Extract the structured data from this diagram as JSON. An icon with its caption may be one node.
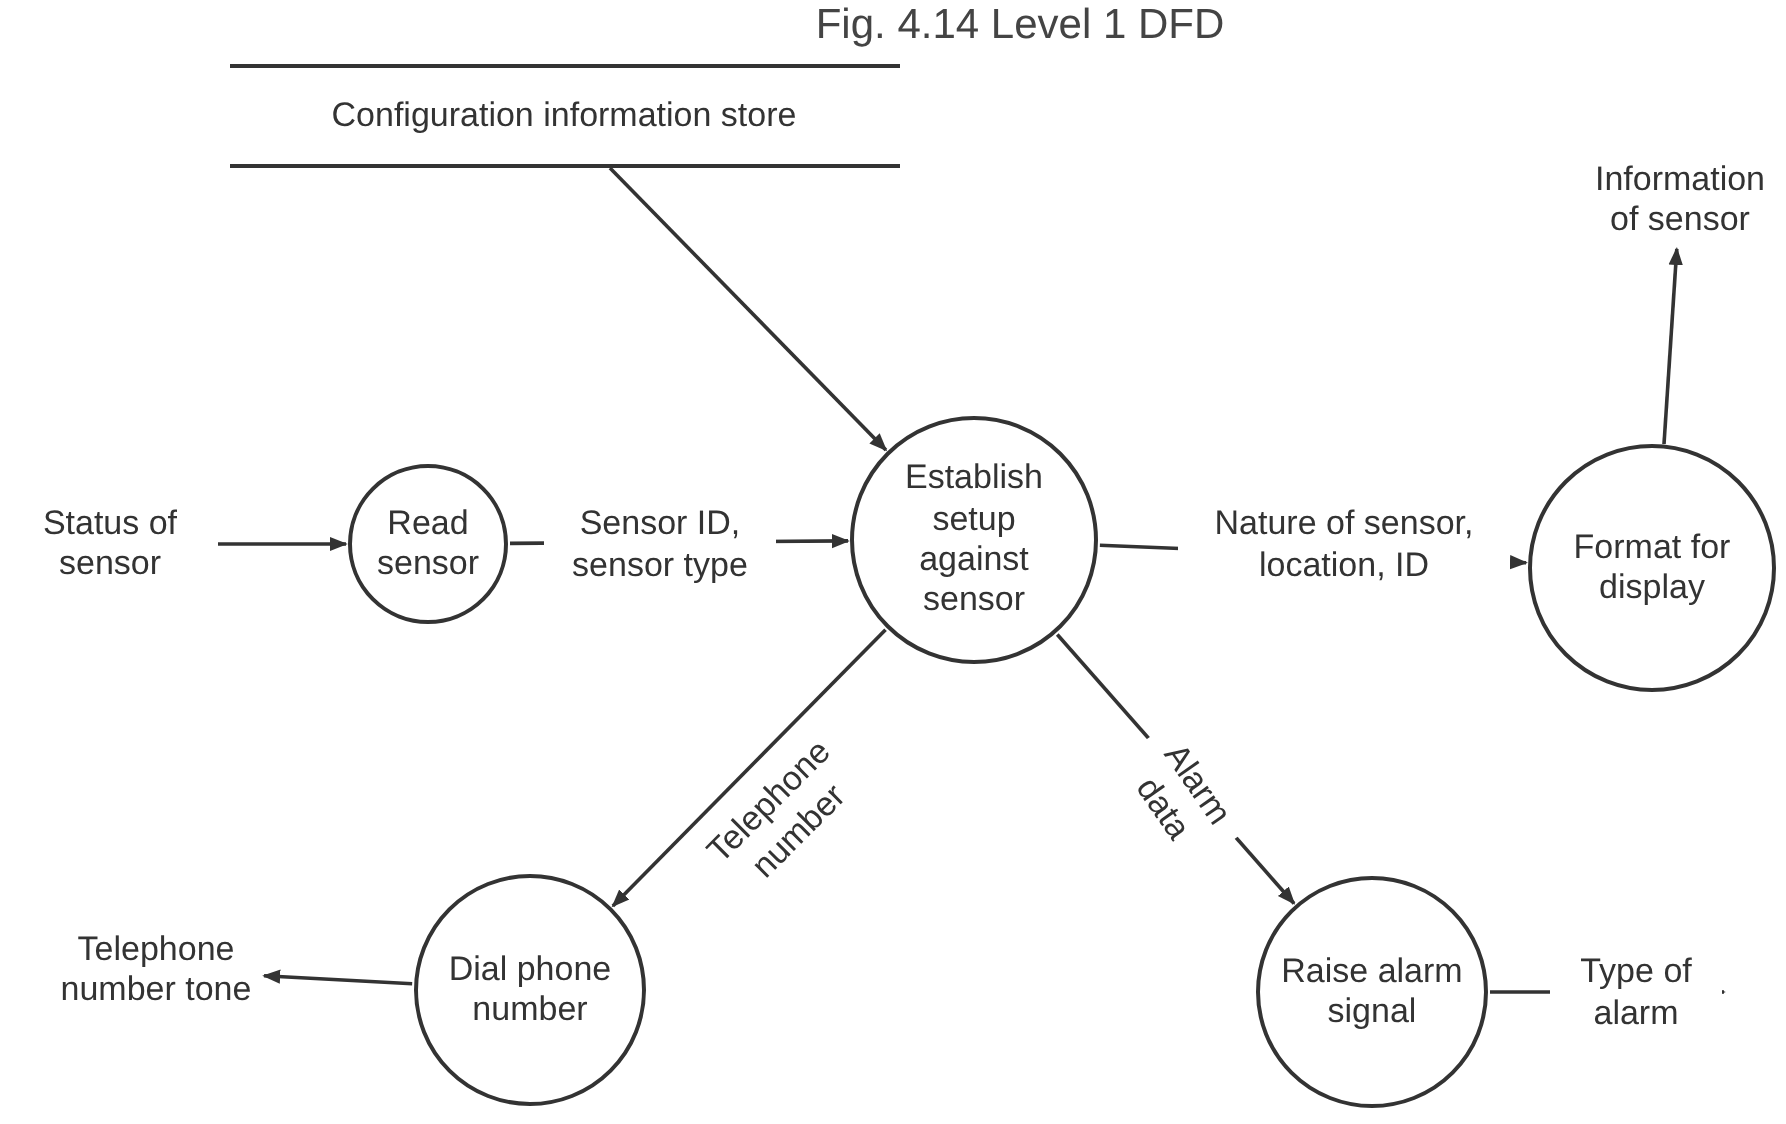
{
  "diagram": {
    "title": "Fig. 4.14 Level 1 DFD",
    "nodes": [
      {
        "text": [
          "Configuration information store"
        ]
      },
      {
        "text": [
          "Status of sensor"
        ]
      },
      {
        "text": [
          "Read sensor"
        ]
      },
      {
        "text": [
          "Establish setup against sensor"
        ]
      },
      {
        "text": [
          "Format for display"
        ]
      },
      {
        "text": [
          "Information of sensor"
        ]
      },
      {
        "text": [
          "Dial phone number"
        ]
      },
      {
        "text": [
          "Telephone number tone"
        ]
      },
      {
        "text": [
          "Raise alarm signal"
        ]
      }
    ],
    "edges": [
      {
        "from": 0,
        "to": 3,
        "arrow": "to"
      },
      {
        "from": 1,
        "to": 2,
        "arrow": "to"
      },
      {
        "from": 2,
        "to": 3,
        "arrow": "to",
        "label": "Sensor ID, sensor type"
      },
      {
        "from": 3,
        "to": 4,
        "arrow": "to",
        "label": "Nature of sensor, location, ID"
      },
      {
        "from": 4,
        "to": 5,
        "arrow": "to"
      },
      {
        "from": 3,
        "to": 6,
        "arrow": "to",
        "label": "Telephone number"
      },
      {
        "from": 3,
        "to": 8,
        "arrow": "to",
        "label": "Alarm data"
      },
      {
        "from": 6,
        "to": 7,
        "arrow": "to"
      },
      {
        "from": 8,
        "to": null,
        "arrow": "to",
        "label": "Type of alarm"
      }
    ]
  }
}
